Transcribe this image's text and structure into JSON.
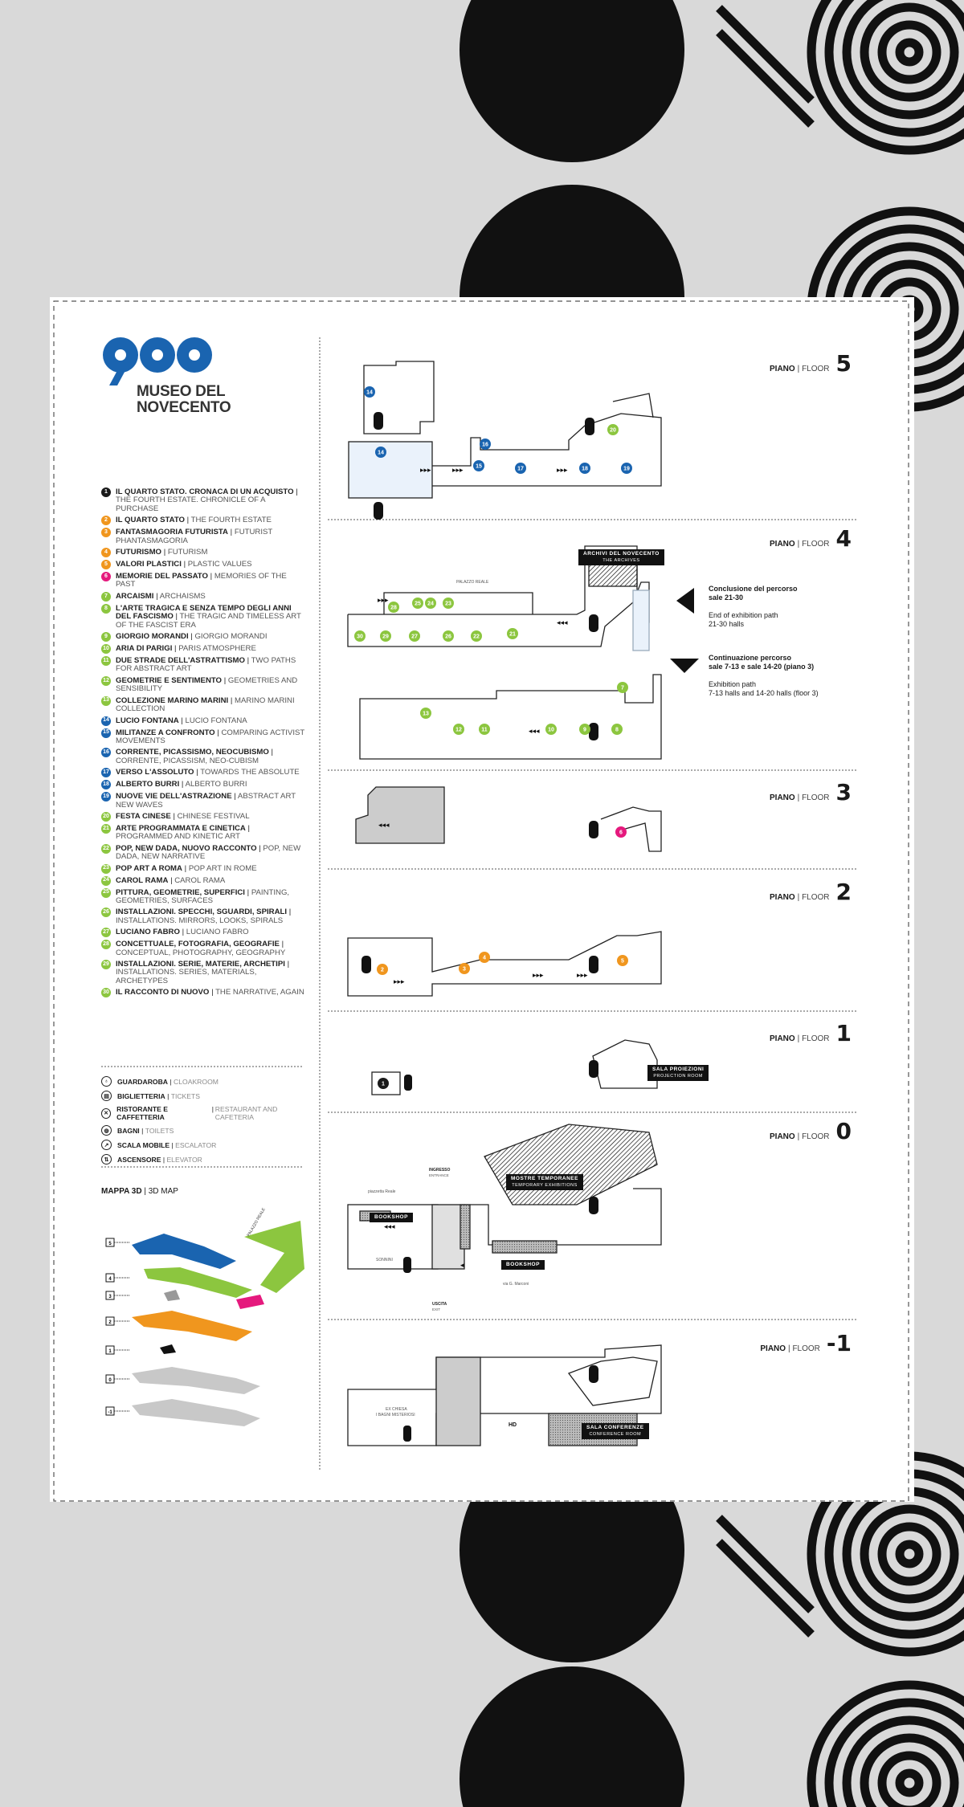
{
  "logo": {
    "number": "900",
    "title_line1": "MUSEO DEL",
    "title_line2": "NOVECENTO",
    "color": "#1a64b0"
  },
  "colors": {
    "blue": "#1a64b0",
    "orange": "#f0961e",
    "green": "#8cc63f",
    "magenta": "#e5197d",
    "black": "#1a1a1a"
  },
  "legend": [
    {
      "n": "1",
      "it": "Il Quarto Stato. Cronaca di un acquisto",
      "en": "The Fourth Estate. Chronicle of a purchase",
      "color": "#1a1a1a"
    },
    {
      "n": "2",
      "it": "Il Quarto Stato",
      "en": "The Fourth Estate",
      "color": "#f0961e"
    },
    {
      "n": "3",
      "it": "Fantasmagoria futurista",
      "en": "Futurist phantasmagoria",
      "color": "#f0961e"
    },
    {
      "n": "4",
      "it": "Futurismo",
      "en": "Futurism",
      "color": "#f0961e"
    },
    {
      "n": "5",
      "it": "Valori plastici",
      "en": "Plastic values",
      "color": "#f0961e"
    },
    {
      "n": "6",
      "it": "Memorie del passato",
      "en": "Memories of the past",
      "color": "#e5197d"
    },
    {
      "n": "7",
      "it": "Arcaismi",
      "en": "Archaisms",
      "color": "#8cc63f"
    },
    {
      "n": "8",
      "it": "L'arte tragica e senza tempo degli anni del fascismo",
      "en": "The tragic and timeless art of the fascist era",
      "color": "#8cc63f"
    },
    {
      "n": "9",
      "it": "Giorgio Morandi",
      "en": "Giorgio Morandi",
      "color": "#8cc63f"
    },
    {
      "n": "10",
      "it": "Aria di Parigi",
      "en": "Paris atmosphere",
      "color": "#8cc63f"
    },
    {
      "n": "11",
      "it": "Due strade dell'astrattismo",
      "en": "Two paths for abstract art",
      "color": "#8cc63f"
    },
    {
      "n": "12",
      "it": "Geometrie e sentimento",
      "en": "Geometries and sensibility",
      "color": "#8cc63f"
    },
    {
      "n": "13",
      "it": "Collezione Marino Marini",
      "en": "Marino Marini collection",
      "color": "#8cc63f"
    },
    {
      "n": "14",
      "it": "Lucio Fontana",
      "en": "Lucio Fontana",
      "color": "#1a64b0"
    },
    {
      "n": "15",
      "it": "Militanze a confronto",
      "en": "Comparing activist movements",
      "color": "#1a64b0"
    },
    {
      "n": "16",
      "it": "Corrente, Picassismo, Neocubismo",
      "en": "Corrente, Picassism, Neo-cubism",
      "color": "#1a64b0"
    },
    {
      "n": "17",
      "it": "Verso l'assoluto",
      "en": "Towards the absolute",
      "color": "#1a64b0"
    },
    {
      "n": "18",
      "it": "Alberto Burri",
      "en": "Alberto Burri",
      "color": "#1a64b0"
    },
    {
      "n": "19",
      "it": "Nuove vie dell'astrazione",
      "en": "Abstract art new waves",
      "color": "#1a64b0"
    },
    {
      "n": "20",
      "it": "Festa cinese",
      "en": "Chinese festival",
      "color": "#8cc63f"
    },
    {
      "n": "21",
      "it": "Arte programmata e cinetica",
      "en": "Programmed and kinetic art",
      "color": "#8cc63f"
    },
    {
      "n": "22",
      "it": "Pop, New Dada, Nuovo racconto",
      "en": "Pop, New Dada, New narrative",
      "color": "#8cc63f"
    },
    {
      "n": "23",
      "it": "Pop art a Roma",
      "en": "Pop art in Rome",
      "color": "#8cc63f"
    },
    {
      "n": "24",
      "it": "Carol Rama",
      "en": "Carol Rama",
      "color": "#8cc63f"
    },
    {
      "n": "25",
      "it": "Pittura, geometrie, superfici",
      "en": "Painting, geometries, surfaces",
      "color": "#8cc63f"
    },
    {
      "n": "26",
      "it": "Installazioni. Specchi, sguardi, spirali",
      "en": "Installations. Mirrors, looks, spirals",
      "color": "#8cc63f"
    },
    {
      "n": "27",
      "it": "Luciano Fabro",
      "en": "Luciano Fabro",
      "color": "#8cc63f"
    },
    {
      "n": "28",
      "it": "Concettuale, fotografia, geografie",
      "en": "Conceptual, photography, geography",
      "color": "#8cc63f"
    },
    {
      "n": "29",
      "it": "Installazioni. Serie, materie, archetipi",
      "en": "Installations. Series, materials, archetypes",
      "color": "#8cc63f"
    },
    {
      "n": "30",
      "it": "Il racconto di nuovo",
      "en": "The narrative, again",
      "color": "#8cc63f"
    }
  ],
  "services": [
    {
      "icon": "cloakroom-icon",
      "glyph": "♁",
      "it": "Guardaroba",
      "en": "Cloakroom"
    },
    {
      "icon": "tickets-icon",
      "glyph": "▤",
      "it": "Biglietteria",
      "en": "Tickets"
    },
    {
      "icon": "restaurant-icon",
      "glyph": "✕",
      "it": "Ristorante e caffetteria",
      "en": "Restaurant and cafeteria"
    },
    {
      "icon": "toilets-icon",
      "glyph": "◍",
      "it": "Bagni",
      "en": "Toilets"
    },
    {
      "icon": "escalator-icon",
      "glyph": "↗",
      "it": "Scala mobile",
      "en": "Escalator"
    },
    {
      "icon": "elevator-icon",
      "glyph": "⇅",
      "it": "Ascensore",
      "en": "Elevator"
    }
  ],
  "map3d": {
    "it": "MAPPA 3D",
    "en": "3D MAP",
    "levels": [
      "5",
      "4",
      "3",
      "2",
      "1",
      "0",
      "-1"
    ],
    "palazzo_label": "PALAZZO REALE"
  },
  "floors": [
    {
      "piano": "PIANO",
      "floor": "FLOOR",
      "num": "5"
    },
    {
      "piano": "PIANO",
      "floor": "FLOOR",
      "num": "4"
    },
    {
      "piano": "PIANO",
      "floor": "FLOOR",
      "num": "3"
    },
    {
      "piano": "PIANO",
      "floor": "FLOOR",
      "num": "2"
    },
    {
      "piano": "PIANO",
      "floor": "FLOOR",
      "num": "1"
    },
    {
      "piano": "PIANO",
      "floor": "FLOOR",
      "num": "0"
    },
    {
      "piano": "PIANO",
      "floor": "FLOOR",
      "num": "-1"
    }
  ],
  "floor4_notes": {
    "end_it": "Conclusione del percorso",
    "end_rooms": "sale 21-30",
    "end_en": "End of exhibition path",
    "end_en_rooms": "21-30 halls",
    "cont_it": "Continuazione percorso",
    "cont_rooms": "sale 7-13 e sale 14-20 (piano 3)",
    "cont_en": "Exhibition path",
    "cont_en_rooms": "7-13 halls and 14-20 halls (floor 3)"
  },
  "map_labels": {
    "archivi_it": "ARCHIVI DEL NOVECENTO",
    "archivi_en": "THE ARCHIVES",
    "palazzo": "PALAZZO REALE",
    "sala_proiezioni_it": "SALA PROIEZIONI",
    "sala_proiezioni_en": "PROJECTION ROOM",
    "mostre_it": "MOSTRE TEMPORANEE",
    "mostre_en": "TEMPORARY EXHIBITIONS",
    "bookshop": "BOOKSHOP",
    "bookshop2": "BOOKSHOP",
    "hd": "HD",
    "ingresso_it": "INGRESSO",
    "ingresso_en": "ENTRANCE",
    "uscita_it": "USCITA",
    "uscita_en": "EXIT",
    "piazzetta": "piazzetta Reale",
    "via": "via G. Marconi",
    "sonnini": "SONNINI",
    "ex_chiesa": "EX CHIESA",
    "bagni_misteriosi": "I BAGNI MISTERIOSI",
    "sala_conf_it": "SALA CONFERENZE",
    "sala_conf_en": "CONFERENCE ROOM"
  }
}
